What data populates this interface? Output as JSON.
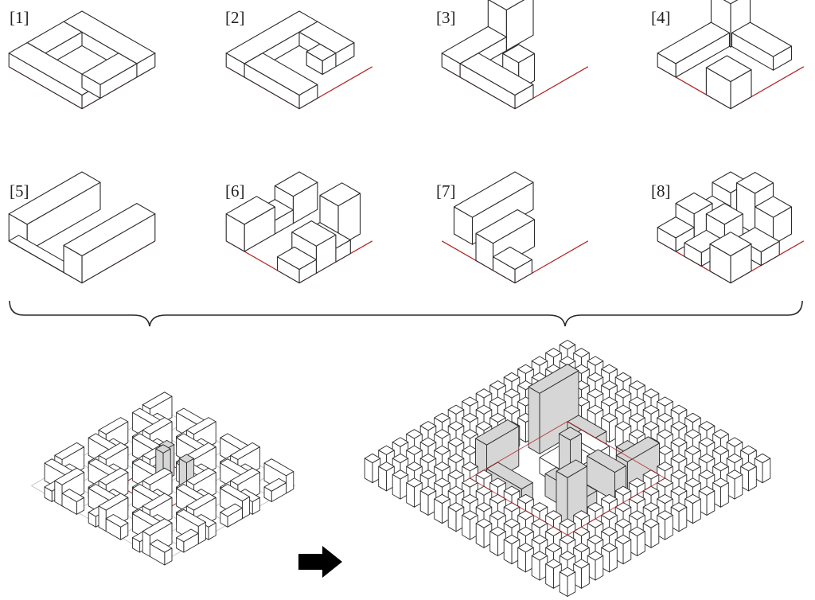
{
  "panels": [
    {
      "label": "[1]"
    },
    {
      "label": "[2]"
    },
    {
      "label": "[3]"
    },
    {
      "label": "[4]"
    },
    {
      "label": "[5]"
    },
    {
      "label": "[6]"
    },
    {
      "label": "[7]"
    },
    {
      "label": "[8]"
    }
  ],
  "colors": {
    "line": "#2a2a2a",
    "site_boundary": "#b22222",
    "face_top": "#ffffff",
    "face_side": "#ffffff",
    "highlight": "#d6d6d6",
    "grid": "#bdbdbd",
    "arrow": "#000000"
  },
  "icons": {
    "arrow": "right-arrow-icon",
    "brace": "curly-brace"
  }
}
